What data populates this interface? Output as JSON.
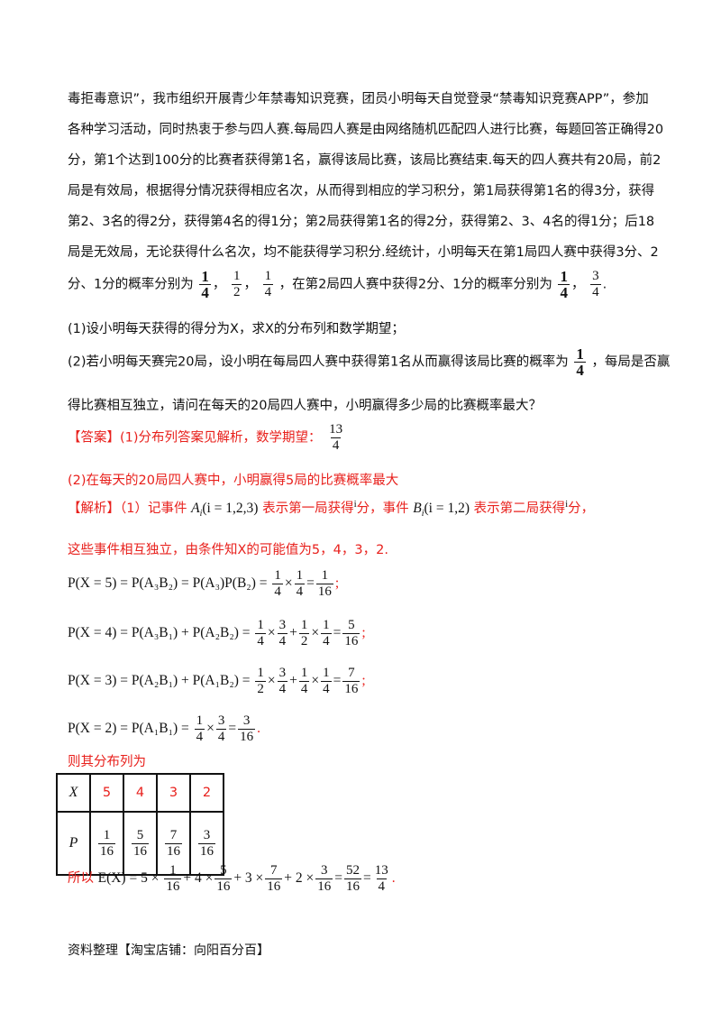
{
  "problem": {
    "paragraph_lines": [
      "毒拒毒意识”，我市组织开展青少年禁毒知识竞赛，团员小明每天自觉登录“禁毒知识竞赛APP”，参加",
      "各种学习活动，同时热衷于参与四人赛.每局四人赛是由网络随机匹配四人进行比赛，每题回答正确得20",
      "分，第1个达到100分的比赛者获得第1名，赢得该局比赛，该局比赛结束.每天的四人赛共有20局，前2",
      "局是有效局，根据得分情况获得相应名次，从而得到相应的学习积分，第1局获得第1名的得3分，获得",
      "第2、3名的得2分，获得第4名的得1分；第2局获得第1名的得2分，获得第2、3、4名的得1分；后18",
      "局是无效局，无论获得什么名次，均不能获得学习积分.经统计，小明每天在第1局四人赛中获得3分、2"
    ],
    "prob_line": {
      "text1": "分、1分的概率分别为",
      "f1": [
        "1",
        "4"
      ],
      "f2": [
        "1",
        "2"
      ],
      "f3": [
        "1",
        "4"
      ],
      "text2": "，在第2局四人赛中获得2分、1分的概率分别为",
      "f4": [
        "1",
        "4"
      ],
      "f5": [
        "3",
        "4"
      ]
    },
    "q1": "(1)设小明每天获得的得分为X，求X的分布列和数学期望；",
    "q2_text1": "(2)若小明每天赛完20局，设小明在每局四人赛中获得第1名从而赢得该局比赛的概率为",
    "q2_frac": [
      "1",
      "4"
    ],
    "q2_text2": "，每局是否赢",
    "q2_line2": "得比赛相互独立，请问在每天的20局四人赛中，小明赢得多少局的比赛概率最大？"
  },
  "answer": {
    "tag": "【答案】",
    "part1": "(1)分布列答案见解析，数学期望：",
    "expect": [
      "13",
      "4"
    ],
    "part2": "(2)在每天的20局四人赛中，小明赢得5局的比赛概率最大"
  },
  "analysis": {
    "tag": "【解析】",
    "text1": "（1）记事件",
    "event_a": "A",
    "event_a_range": "(i = 1,2,3)",
    "text2": "表示第一局获得",
    "i_label": "i",
    "text3": "分，事件",
    "event_b": "B",
    "event_b_range": "(i = 1,2)",
    "text4": "表示第二局获得",
    "text5": "分，",
    "line2": "这些事件相互独立，由条件知X的可能值为5，4，3，2.",
    "eq1": "P(X = 5) = P(A₃B₂) = P(A₃)P(B₂) =",
    "eq2": "P(X = 4) = P(A₃B₁) + P(A₂B₂) =",
    "eq3": "P(X = 3) = P(A₂B₁) + P(A₁B₂) =",
    "eq4": "P(X = 2) = P(A₁B₁) =",
    "table_intro": "则其分布列为",
    "table": {
      "row1_head": "X",
      "values": [
        "5",
        "4",
        "3",
        "2"
      ],
      "row2_head": "P",
      "probs": [
        [
          "1",
          "16"
        ],
        [
          "5",
          "16"
        ],
        [
          "7",
          "16"
        ],
        [
          "3",
          "16"
        ]
      ]
    },
    "conclusion_prefix": "所以",
    "conclusion_expr": "E(X) = 5 ×"
  },
  "footer": "资料整理【淘宝店铺：向阳百分百】"
}
